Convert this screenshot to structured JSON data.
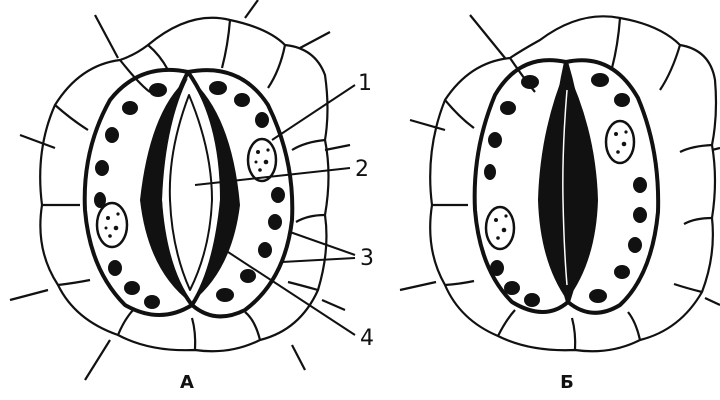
{
  "figure": {
    "panels": [
      {
        "id": "A",
        "caption": "А",
        "stomata_state": "open"
      },
      {
        "id": "B",
        "caption": "Б",
        "stomata_state": "closed"
      }
    ],
    "callouts": [
      {
        "number": "1"
      },
      {
        "number": "2"
      },
      {
        "number": "3"
      },
      {
        "number": "4"
      }
    ]
  },
  "colors": {
    "ink": "#111111",
    "background": "#ffffff"
  }
}
